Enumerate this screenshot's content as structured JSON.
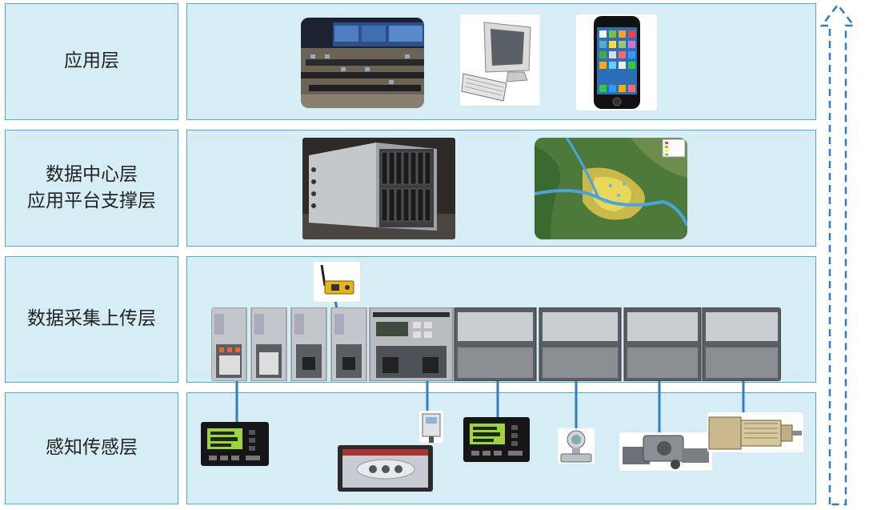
{
  "layers": [
    {
      "id": "app",
      "label": "应用层"
    },
    {
      "id": "data-center",
      "label": "数据中心层\n应用平台支撑层"
    },
    {
      "id": "collect",
      "label": "数据采集上传层"
    },
    {
      "id": "sense",
      "label": "感知传感层"
    }
  ],
  "colors": {
    "panel_fill": "#d6edf6",
    "panel_border": "#58a7cf",
    "link_line": "#2f7fc0",
    "arrow": "#2f7fc0"
  },
  "images": {
    "app": [
      "control-room-photo",
      "desktop-computer-icon",
      "smartphone-photo"
    ],
    "data_center": [
      "server-rack-photo",
      "gis-map-image"
    ],
    "collect": [
      "wireless-antenna-module",
      "plc-rack"
    ],
    "sense": [
      "hmi-controller",
      "touch-panel",
      "small-transmitter",
      "hmi-controller-2",
      "pressure-transmitter",
      "valve-actuator",
      "motor"
    ]
  }
}
